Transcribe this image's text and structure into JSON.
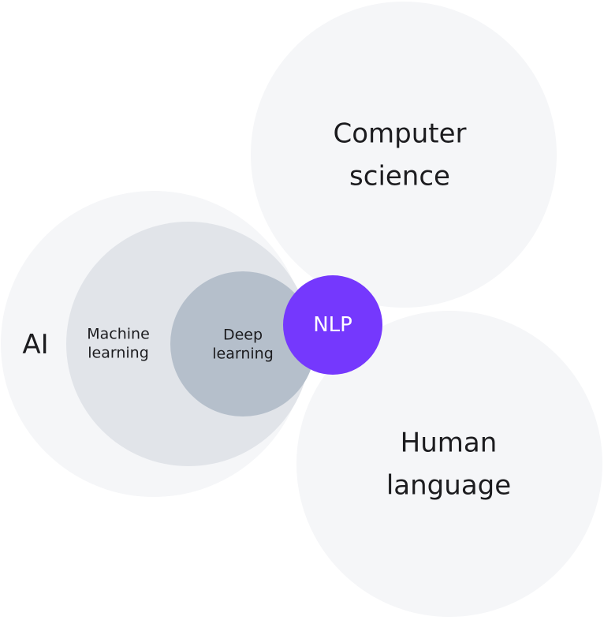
{
  "diagram": {
    "ai": {
      "label": "AI"
    },
    "machine_learning": {
      "label": "Machine\nlearning"
    },
    "deep_learning": {
      "label": "Deep\nlearning"
    },
    "nlp": {
      "label": "NLP"
    },
    "computer_science": {
      "label": "Computer\nscience"
    },
    "human_language": {
      "label": "Human\nlanguage"
    }
  },
  "colors": {
    "outer_circle": "#f5f6f8",
    "machine_learning": "#e1e4e9",
    "deep_learning": "#b5bfcb",
    "nlp_accent": "#7538fd"
  }
}
